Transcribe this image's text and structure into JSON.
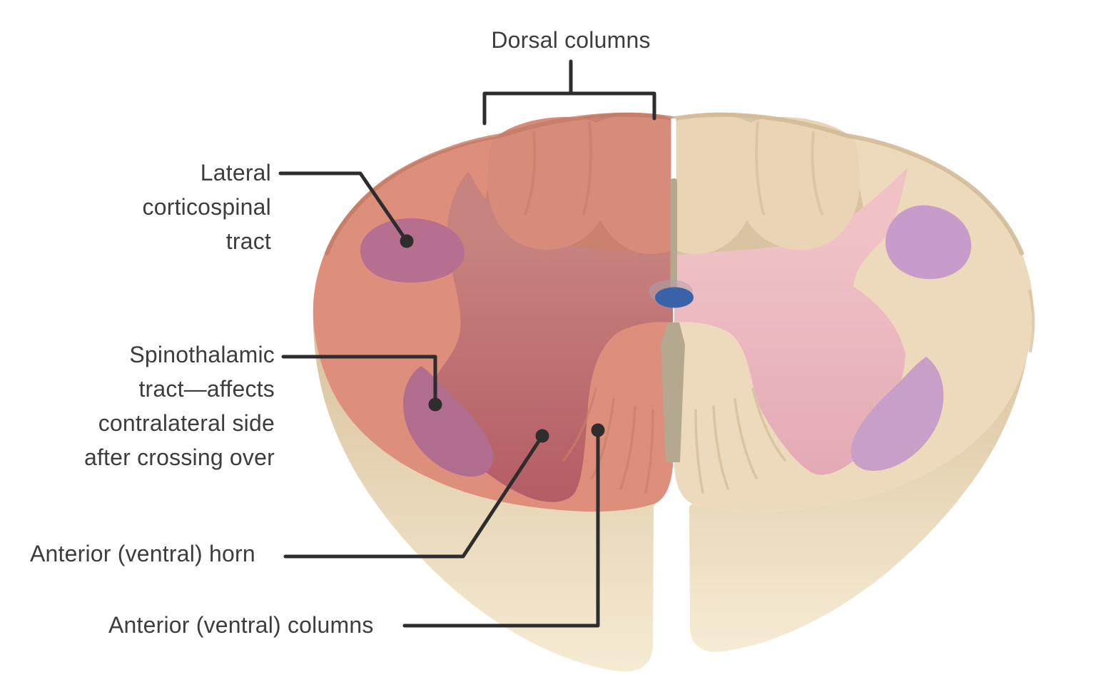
{
  "figure": {
    "description": "Spinal cord cross-section with left half highlighted red, showing tracts and columns",
    "labels": {
      "dorsal_columns": {
        "text": "Dorsal columns"
      },
      "lateral_corticospinal": {
        "lines": [
          "Lateral",
          "corticospinal",
          "tract"
        ]
      },
      "spinothalamic": {
        "lines": [
          "Spinothalamic",
          "tract—affects",
          "contralateral side",
          "after crossing over"
        ]
      },
      "anterior_horn": {
        "text": "Anterior (ventral) horn"
      },
      "anterior_columns": {
        "text": "Anterior (ventral) columns"
      }
    },
    "colors": {
      "background": "#ffffff",
      "label_text": "#3d3d3d",
      "leader_line": "#2d2d2d",
      "left_white_matter": "#dd8f7b",
      "left_dorsal_shade": "#c9816f",
      "left_lobe": "#d78c7b",
      "left_gray_matter_top": "#c8837f",
      "left_gray_matter_bottom": "#b35c64",
      "left_corticospinal_oval": "#b76f90",
      "left_spinothalamic_blob": "#b16d8e",
      "left_rim": "#c37a66",
      "left_crease": "#c97f6a",
      "right_white_matter": "#edd9bb",
      "right_dorsal_shade": "#d7c0a0",
      "right_lobe": "#e9d4b5",
      "right_gray_matter_top": "#f0c2c6",
      "right_gray_matter_bottom": "#e2a7b2",
      "right_corticospinal_oval": "#c79bca",
      "right_spinothalamic_blob": "#c79fc7",
      "right_rim": "#d2ba96",
      "right_crease": "#d9c2a1",
      "side_top": "#d9c09b",
      "side_bottom": "#f6ecd4",
      "fissure_tan": "#b4a88e",
      "central_canal": "#3a62a9",
      "canal_shadow": "#a9a2ac"
    }
  }
}
